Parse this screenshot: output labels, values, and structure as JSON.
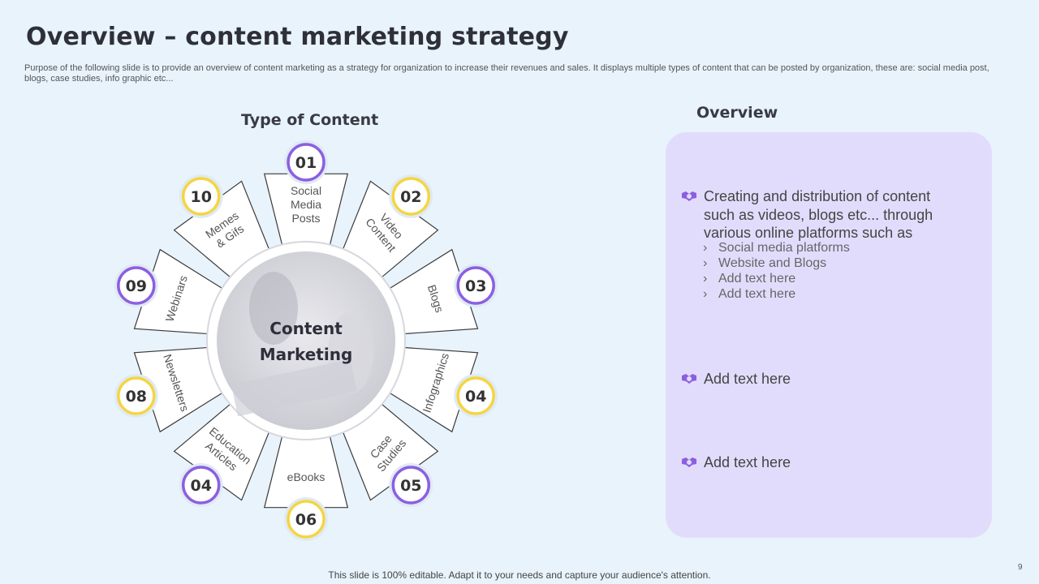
{
  "slide": {
    "title": "Overview – content marketing strategy",
    "subtitle": "Purpose of the following slide is to provide an overview of content marketing as a strategy for organization to increase their revenues and sales. It displays multiple types of content that can be posted by organization, these are: social media post, blogs, case studies, info graphic etc...",
    "footer": "This slide is 100% editable. Adapt it to your needs and capture your audience's attention.",
    "page_number": "9"
  },
  "diagram": {
    "heading": "Type of Content",
    "center_lines": [
      "Content",
      "Marketing"
    ],
    "segments": [
      {
        "number": "01",
        "lines": [
          "Social",
          "Media",
          "Posts"
        ],
        "color": "purple"
      },
      {
        "number": "02",
        "lines": [
          "Video",
          "Content"
        ],
        "color": "yellow"
      },
      {
        "number": "03",
        "lines": [
          "Blogs"
        ],
        "color": "purple"
      },
      {
        "number": "04",
        "lines": [
          "Infographics"
        ],
        "color": "yellow"
      },
      {
        "number": "05",
        "lines": [
          "Case",
          "Studies"
        ],
        "color": "purple"
      },
      {
        "number": "06",
        "lines": [
          "eBooks"
        ],
        "color": "yellow"
      },
      {
        "number": "04",
        "lines": [
          "Education",
          "Articles"
        ],
        "color": "purple"
      },
      {
        "number": "08",
        "lines": [
          "Newsletters"
        ],
        "color": "yellow"
      },
      {
        "number": "09",
        "lines": [
          "Webinars"
        ],
        "color": "purple"
      },
      {
        "number": "10",
        "lines": [
          "Memes",
          "& Gifs"
        ],
        "color": "yellow"
      }
    ],
    "colors": {
      "purple": "#8c5fe0",
      "yellow": "#f5d541",
      "text": "#555555",
      "number": "#333333"
    }
  },
  "overview": {
    "heading": "Overview",
    "items": [
      {
        "text": "Creating and distribution of content such as videos, blogs etc... through various online platforms such as",
        "subitems": [
          "Social media platforms",
          "Website and Blogs",
          "Add text here",
          "Add text here"
        ]
      },
      {
        "text": "Add text here",
        "subitems": []
      },
      {
        "text": "Add text here",
        "subitems": []
      }
    ],
    "icon": "handshake-icon",
    "panel_color": "#e2dcfc"
  }
}
